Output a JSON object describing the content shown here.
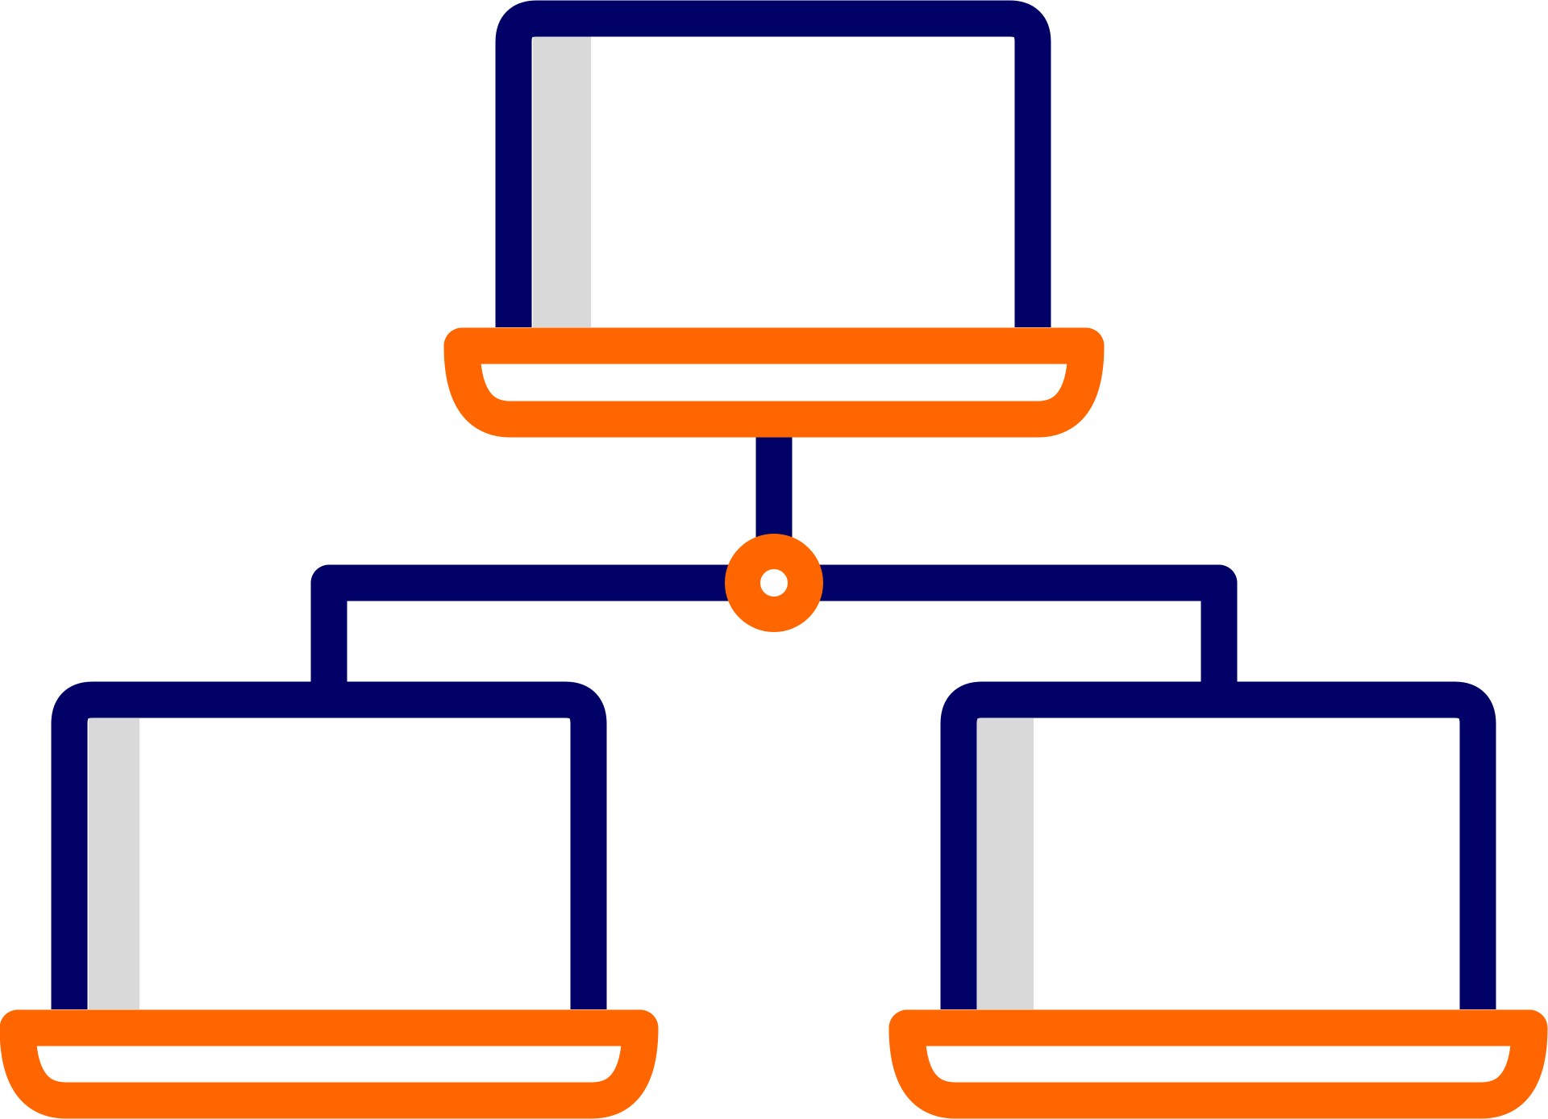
{
  "diagram": {
    "kind": "network-topology-icon",
    "nodes": [
      {
        "id": "laptop-top",
        "icon": "laptop-icon",
        "role": "parent"
      },
      {
        "id": "laptop-left",
        "icon": "laptop-icon",
        "role": "child"
      },
      {
        "id": "laptop-right",
        "icon": "laptop-icon",
        "role": "child"
      }
    ],
    "hub": {
      "icon": "connection-hub-icon"
    },
    "edges": [
      {
        "from": "laptop-top",
        "to": "hub"
      },
      {
        "from": "hub",
        "to": "laptop-left"
      },
      {
        "from": "hub",
        "to": "laptop-right"
      }
    ]
  },
  "colors": {
    "screen_outline": "#000066",
    "base_and_hub": "#ff6600",
    "screen_glare": "#d9d9d9",
    "background": "#ffffff"
  }
}
